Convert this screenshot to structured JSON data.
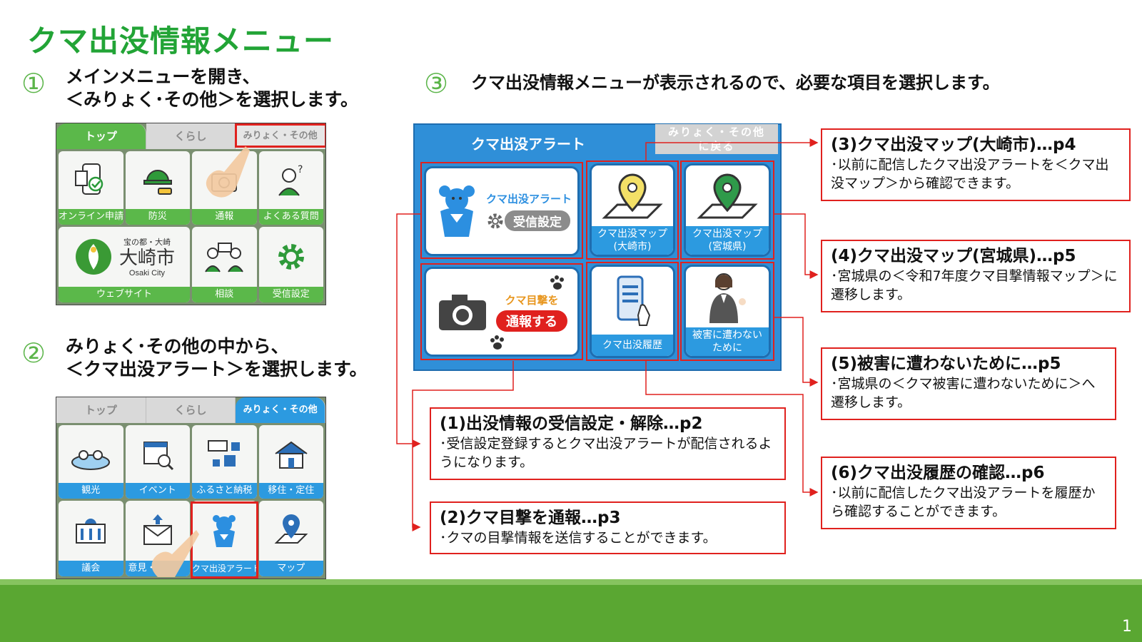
{
  "title": "クマ出没情報メニュー",
  "steps": [
    {
      "num": "①",
      "line1": "メインメニューを開き、",
      "line2": "＜みりょく･その他＞を選択します。"
    },
    {
      "num": "②",
      "line1": "みりょく･その他の中から、",
      "line2": "＜クマ出没アラート＞を選択します。"
    },
    {
      "num": "③",
      "line1": "クマ出没情報メニューが表示されるので、必要な項目を選択します。"
    }
  ],
  "screen1": {
    "tabs": [
      "トップ",
      "くらし",
      "みりょく・その他"
    ],
    "tiles": [
      "オンライン申請",
      "防災",
      "通報",
      "よくある質問",
      "ウェブサイト",
      "相談",
      "受信設定"
    ],
    "logo": {
      "line1": "宝の都・大崎",
      "line2": "大崎市",
      "line3": "Osaki City"
    }
  },
  "screen2": {
    "tabs": [
      "トップ",
      "くらし",
      "みりょく・その他"
    ],
    "tiles": [
      "観光",
      "イベント",
      "ふるさと納税",
      "移住・定住",
      "議会",
      "意見・",
      "クマ出没アラート",
      "マップ"
    ]
  },
  "menu": {
    "title": "クマ出没アラート",
    "back_line1": "みりょく・その他",
    "back_line2": "に戻る",
    "receive_title": "クマ出没アラート",
    "receive_btn": "受信設定",
    "report_title": "クマ目撃を",
    "report_btn": "通報する",
    "map_osaki": {
      "line1": "クマ出没マップ",
      "line2": "(大崎市)"
    },
    "map_miyagi": {
      "line1": "クマ出没マップ",
      "line2": "(宮城県)"
    },
    "history": "クマ出没履歴",
    "prevent": {
      "line1": "被害に遭わない",
      "line2": "ために"
    }
  },
  "callouts": [
    {
      "head": "(1)出没情報の受信設定・解除…p2",
      "desc": "･受信設定登録するとクマ出没アラートが配信されるようになります。"
    },
    {
      "head": "(2)クマ目撃を通報…p3",
      "desc": "･クマの目撃情報を送信することができます。"
    },
    {
      "head": "(3)クマ出没マップ(大崎市)…p4",
      "desc": "･以前に配信したクマ出没アラートを＜クマ出没マップ＞から確認できます。"
    },
    {
      "head": "(4)クマ出没マップ(宮城県)…p5",
      "desc": "･宮城県の＜令和7年度クマ目撃情報マップ＞に遷移します。"
    },
    {
      "head": "(5)被害に遭わないために…p5",
      "desc": "･宮城県の＜クマ被害に遭わないために＞へ遷移します。"
    },
    {
      "head": "(6)クマ出没履歴の確認…p6",
      "desc": "･以前に配信したクマ出没アラートを履歴から確認することができます。"
    }
  ],
  "page_number": "1",
  "colors": {
    "title_green": "#22a436",
    "accent_red": "#e0211e",
    "menu_blue": "#2f8fd8",
    "footer_green": "#5aa732"
  }
}
